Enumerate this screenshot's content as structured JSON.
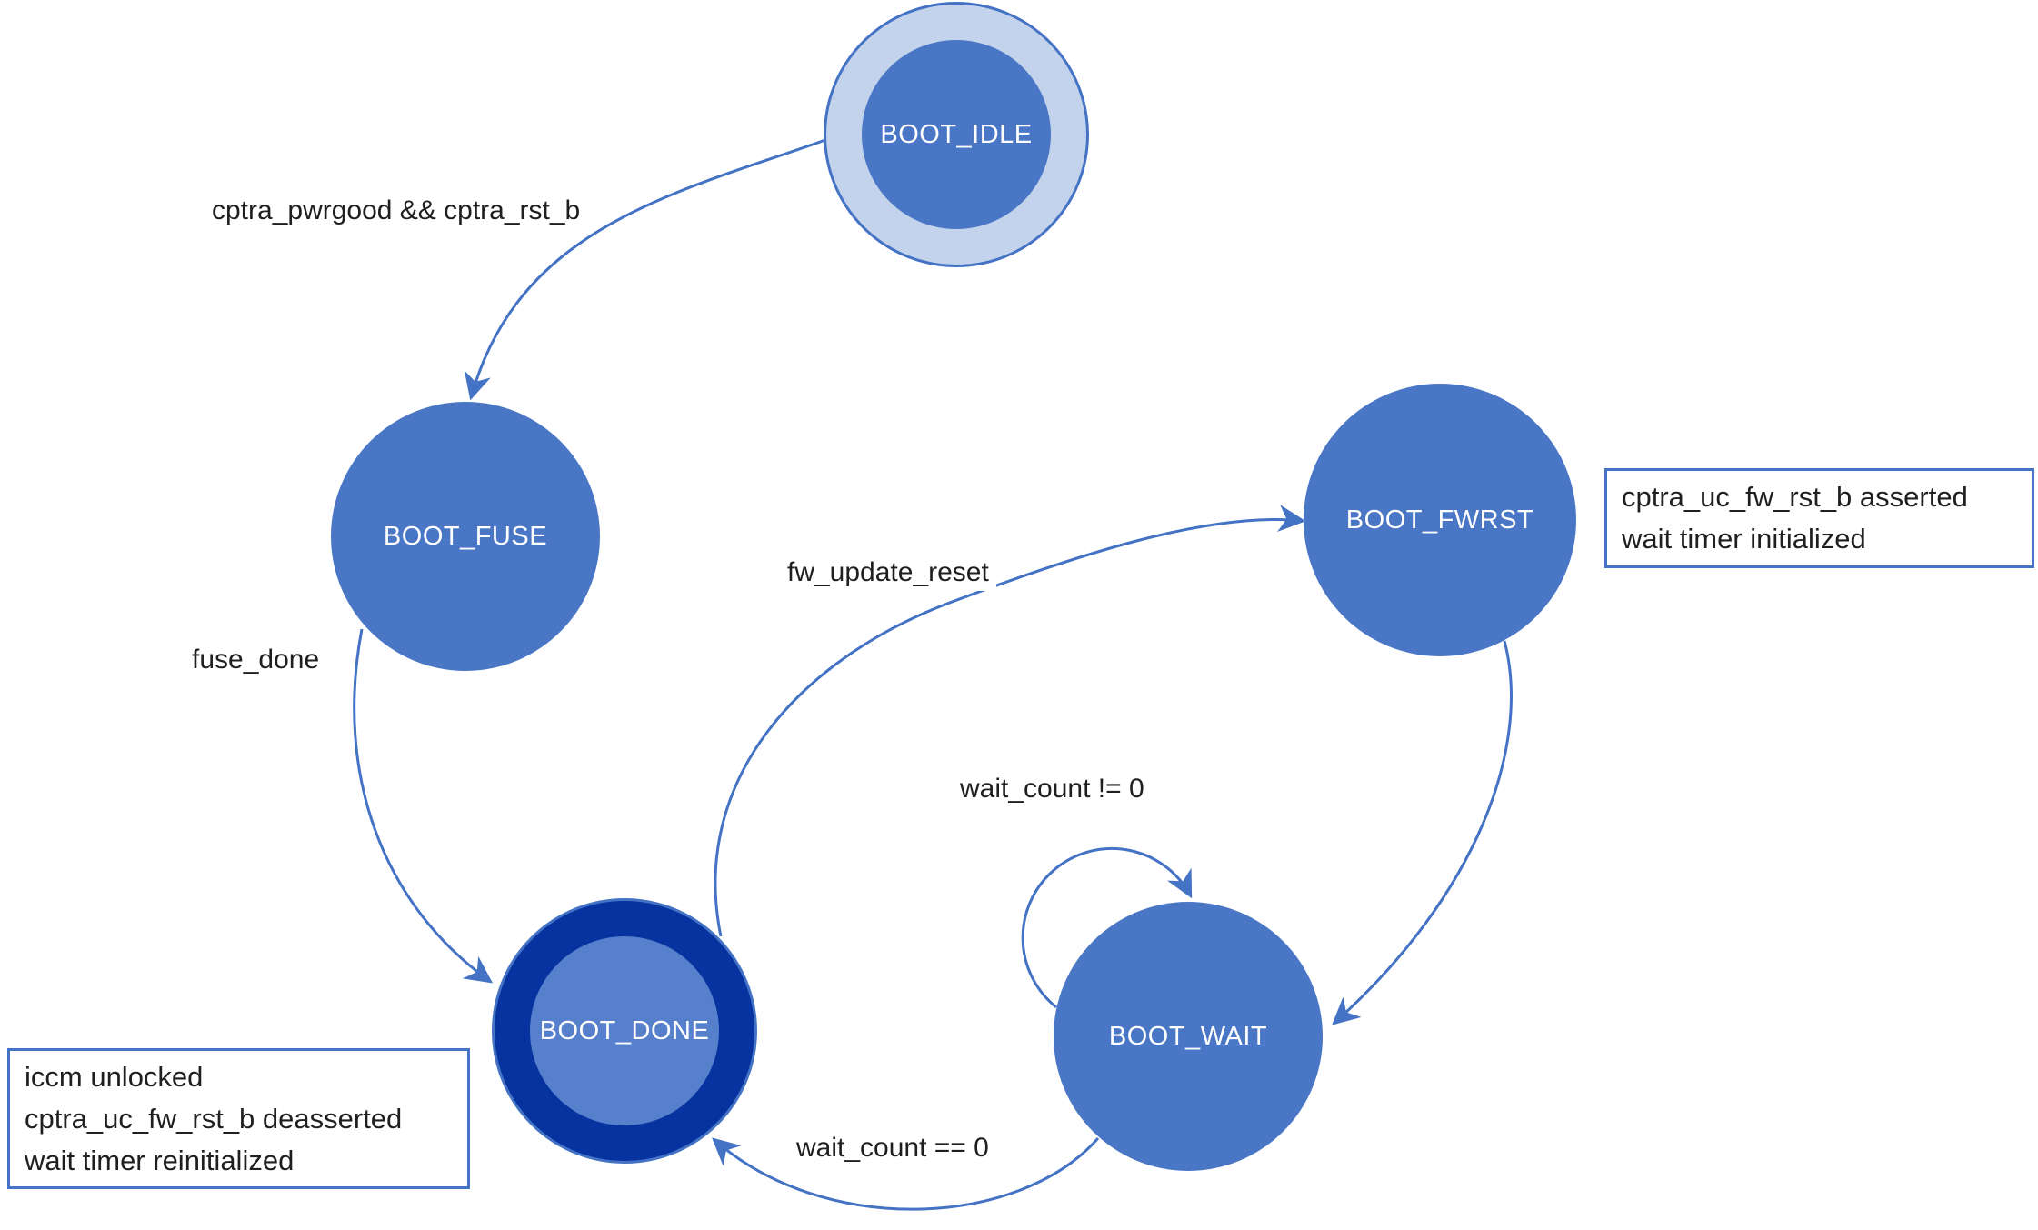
{
  "colors": {
    "accent": "#4472C4",
    "node_fill": "#4A76C6",
    "idle_ring_fill": "#C4D3EC",
    "done_ring_fill": "#0633A0",
    "done_inner_fill": "#5680CC",
    "edge_label_color": "#1F1F1F",
    "state_label_color": "#FFFFFF",
    "background": "#FFFFFF"
  },
  "states": {
    "idle": {
      "label": "BOOT_IDLE"
    },
    "fuse": {
      "label": "BOOT_FUSE"
    },
    "fwrst": {
      "label": "BOOT_FWRST"
    },
    "done": {
      "label": "BOOT_DONE"
    },
    "wait": {
      "label": "BOOT_WAIT"
    }
  },
  "transitions": [
    {
      "from": "BOOT_IDLE",
      "to": "BOOT_FUSE",
      "label": "cptra_pwrgood && cptra_rst_b"
    },
    {
      "from": "BOOT_FUSE",
      "to": "BOOT_DONE",
      "label": "fuse_done"
    },
    {
      "from": "BOOT_DONE",
      "to": "BOOT_FWRST",
      "label": "fw_update_reset"
    },
    {
      "from": "BOOT_FWRST",
      "to": "BOOT_WAIT",
      "label": ""
    },
    {
      "from": "BOOT_WAIT",
      "to": "BOOT_WAIT",
      "label": "wait_count != 0"
    },
    {
      "from": "BOOT_WAIT",
      "to": "BOOT_DONE",
      "label": "wait_count == 0"
    }
  ],
  "notes": {
    "fwrst_note": {
      "lines": [
        "cptra_uc_fw_rst_b asserted",
        "wait timer initialized"
      ]
    },
    "done_note": {
      "lines": [
        "iccm unlocked",
        "cptra_uc_fw_rst_b deasserted",
        "wait timer reinitialized"
      ]
    }
  }
}
